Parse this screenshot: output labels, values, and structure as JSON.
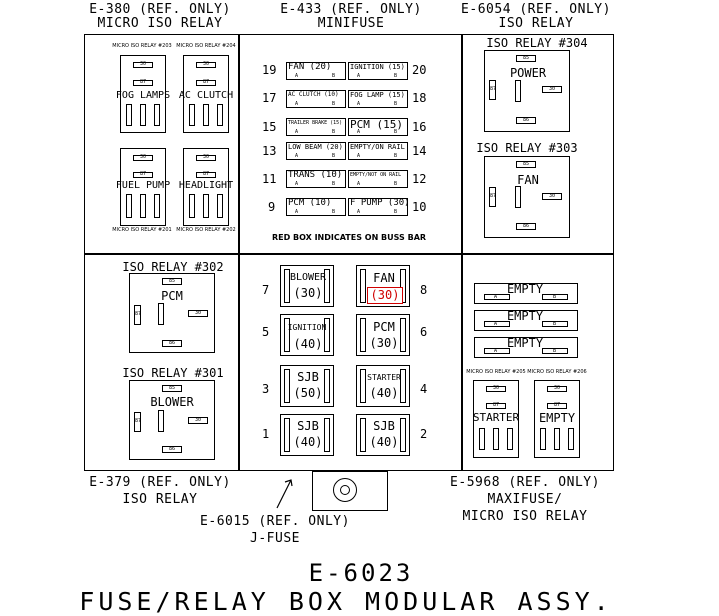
{
  "header": {
    "left_ref": "E-380 (REF. ONLY)",
    "left_name": "MICRO ISO RELAY",
    "mid_ref": "E-433 (REF. ONLY)",
    "mid_name": "MINIFUSE",
    "right_ref": "E-6054 (REF. ONLY)",
    "right_name": "ISO RELAY"
  },
  "micro_relays_top": [
    {
      "tag": "MICRO ISO RELAY #203",
      "label": "FOG LAMPS",
      "pin_top": "30",
      "pin_mid": "87"
    },
    {
      "tag": "MICRO ISO RELAY #204",
      "label": "AC CLUTCH",
      "pin_top": "30",
      "pin_mid": "87"
    },
    {
      "tag": "MICRO ISO RELAY #201",
      "label": "FUEL PUMP",
      "pin_top": "30",
      "pin_mid": "87"
    },
    {
      "tag": "MICRO ISO RELAY #202",
      "label": "HEADLIGHT",
      "pin_top": "30",
      "pin_mid": "87"
    }
  ],
  "minifuses": [
    {
      "num": "19",
      "label": "FAN (20)",
      "a": "A",
      "b": "B"
    },
    {
      "num": "20",
      "label": "IGNITION (15)",
      "a": "A",
      "b": "B"
    },
    {
      "num": "17",
      "label": "AC CLUTCH (10)",
      "a": "A",
      "b": "B"
    },
    {
      "num": "18",
      "label": "FOG LAMP (15)",
      "a": "A",
      "b": "B"
    },
    {
      "num": "15",
      "label": "TRAILER BRAKE (15)",
      "a": "A",
      "b": "B"
    },
    {
      "num": "16",
      "label": "PCM (15)",
      "a": "A",
      "b": "B"
    },
    {
      "num": "13",
      "label": "LOW BEAM (20)",
      "a": "A",
      "b": "B"
    },
    {
      "num": "14",
      "label": "EMPTY/ON RAIL",
      "a": "A",
      "b": "B"
    },
    {
      "num": "11",
      "label": "TRANS (10)",
      "a": "A",
      "b": "B"
    },
    {
      "num": "12",
      "label": "EMPTY/NOT ON RAIL",
      "a": "A",
      "b": "B"
    },
    {
      "num": "9",
      "label": "PCM (10)",
      "a": "A",
      "b": "B"
    },
    {
      "num": "10",
      "label": "F PUMP (30)",
      "a": "A",
      "b": "B"
    }
  ],
  "buss_note": "RED BOX INDICATES ON BUSS BAR",
  "iso_relays": [
    {
      "title": "ISO RELAY #304",
      "label": "POWER",
      "p85": "85",
      "p30": "30",
      "p86": "86",
      "p87": "87"
    },
    {
      "title": "ISO RELAY #303",
      "label": "FAN",
      "p85": "85",
      "p30": "30",
      "p86": "86",
      "p87": "87"
    },
    {
      "title": "ISO RELAY #302",
      "label": "PCM",
      "p85": "85",
      "p30": "30",
      "p86": "86",
      "p87": "87"
    },
    {
      "title": "ISO RELAY #301",
      "label": "BLOWER",
      "p85": "85",
      "p30": "30",
      "p86": "86",
      "p87": "87"
    }
  ],
  "maxifuses": [
    {
      "num": "7",
      "name": "BLOWER",
      "amp": "(30)"
    },
    {
      "num": "8",
      "name": "FAN",
      "amp": "(30)"
    },
    {
      "num": "5",
      "name": "IGNITION",
      "amp": "(40)"
    },
    {
      "num": "6",
      "name": "PCM",
      "amp": "(30)"
    },
    {
      "num": "3",
      "name": "SJB",
      "amp": "(50)"
    },
    {
      "num": "4",
      "name": "STARTER",
      "amp": "(40)"
    },
    {
      "num": "1",
      "name": "SJB",
      "amp": "(40)"
    },
    {
      "num": "2",
      "name": "SJB",
      "amp": "(40)"
    }
  ],
  "empty_rows": [
    {
      "label": "EMPTY",
      "a": "A",
      "b": "B"
    },
    {
      "label": "EMPTY",
      "a": "A",
      "b": "B"
    },
    {
      "label": "EMPTY",
      "a": "A",
      "b": "B"
    }
  ],
  "micro_relays_bottom": [
    {
      "tag": "MICRO ISO RELAY #205",
      "label": "STARTER",
      "pin_top": "30",
      "pin_mid": "87"
    },
    {
      "tag": "MICRO ISO RELAY #206",
      "label": "EMPTY",
      "pin_top": "30",
      "pin_mid": "87"
    }
  ],
  "footer": {
    "left_ref": "E-379 (REF. ONLY)",
    "left_name": "ISO RELAY",
    "jfuse_ref": "E-6015 (REF. ONLY)",
    "jfuse_name": "J-FUSE",
    "right_ref": "E-5968 (REF. ONLY)",
    "right_name1": "MAXIFUSE/",
    "right_name2": "MICRO ISO RELAY",
    "part_number": "E-6023",
    "part_title": "FUSE/RELAY BOX MODULAR ASSY."
  },
  "colors": {
    "line": "#000000",
    "buss_bar": "#d00000"
  }
}
